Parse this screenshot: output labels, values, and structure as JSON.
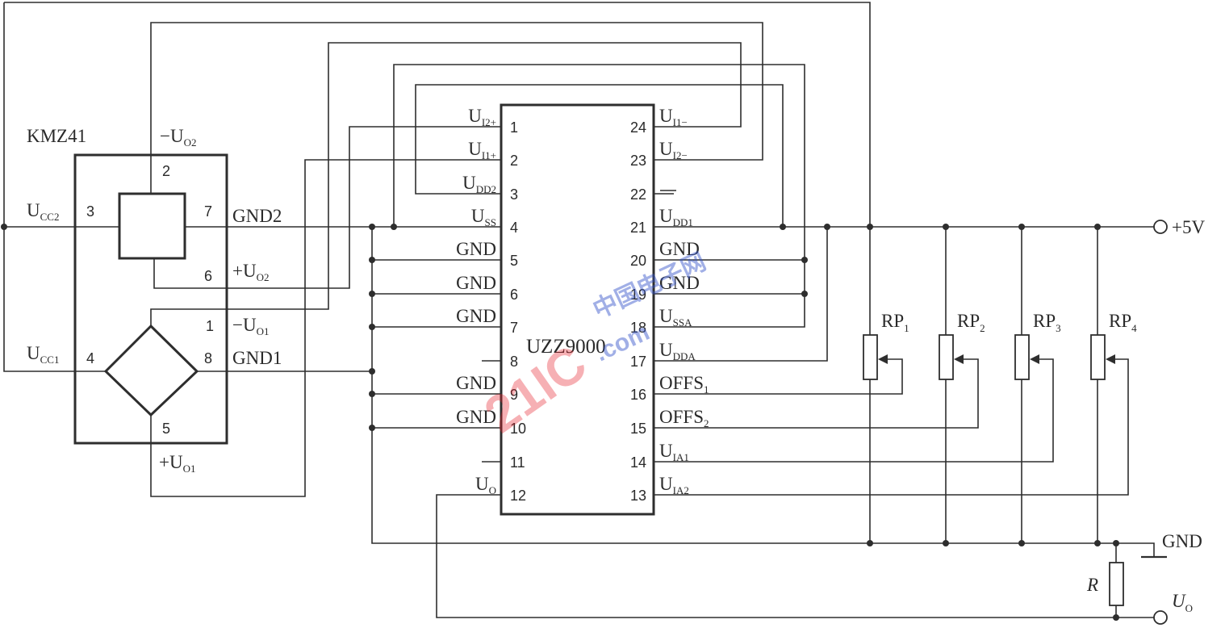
{
  "kmz41": {
    "title": "KMZ41",
    "pin_numbers": {
      "p1": "1",
      "p2": "2",
      "p3": "3",
      "p4": "4",
      "p5": "5",
      "p6": "6",
      "p7": "7",
      "p8": "8"
    },
    "labels": {
      "neg_uo2": {
        "main": "−U",
        "sub": "O2"
      },
      "ucc2": {
        "main": "U",
        "sub": "CC2"
      },
      "gnd2": {
        "main": "GND2"
      },
      "pos_uo2": {
        "main": "+U",
        "sub": "O2"
      },
      "neg_uo1": {
        "main": "−U",
        "sub": "O1"
      },
      "ucc1": {
        "main": "U",
        "sub": "CC1"
      },
      "gnd1": {
        "main": "GND1"
      },
      "pos_uo1": {
        "main": "+U",
        "sub": "O1"
      }
    }
  },
  "ic": {
    "name": "UZZ9000",
    "left_pins": [
      {
        "num": "1",
        "main": "U",
        "sub": "I2+"
      },
      {
        "num": "2",
        "main": "U",
        "sub": "I1+"
      },
      {
        "num": "3",
        "main": "U",
        "sub": "DD2"
      },
      {
        "num": "4",
        "main": "U",
        "sub": "SS"
      },
      {
        "num": "5",
        "main": "GND",
        "sub": ""
      },
      {
        "num": "6",
        "main": "GND",
        "sub": ""
      },
      {
        "num": "7",
        "main": "GND",
        "sub": ""
      },
      {
        "num": "8",
        "main": "",
        "sub": ""
      },
      {
        "num": "9",
        "main": "GND",
        "sub": ""
      },
      {
        "num": "10",
        "main": "GND",
        "sub": ""
      },
      {
        "num": "11",
        "main": "",
        "sub": ""
      },
      {
        "num": "12",
        "main": "U",
        "sub": "O"
      }
    ],
    "right_pins": [
      {
        "num": "24",
        "main": "U",
        "sub": "I1−"
      },
      {
        "num": "23",
        "main": "U",
        "sub": "I2−"
      },
      {
        "num": "22",
        "main": "",
        "sub": ""
      },
      {
        "num": "21",
        "main": "U",
        "sub": "DD1"
      },
      {
        "num": "20",
        "main": "GND",
        "sub": ""
      },
      {
        "num": "19",
        "main": "GND",
        "sub": ""
      },
      {
        "num": "18",
        "main": "U",
        "sub": "SSA"
      },
      {
        "num": "17",
        "main": "U",
        "sub": "DDA"
      },
      {
        "num": "16",
        "main": "OFFS",
        "sub": "1"
      },
      {
        "num": "15",
        "main": "OFFS",
        "sub": "2"
      },
      {
        "num": "14",
        "main": "U",
        "sub": "IA1"
      },
      {
        "num": "13",
        "main": "U",
        "sub": "IA2"
      }
    ]
  },
  "pots": [
    {
      "main": "RP",
      "sub": "1"
    },
    {
      "main": "RP",
      "sub": "2"
    },
    {
      "main": "RP",
      "sub": "3"
    },
    {
      "main": "RP",
      "sub": "4"
    }
  ],
  "supply": {
    "vcc": "+5V",
    "gnd": "GND"
  },
  "output": {
    "main": "U",
    "sub": "O"
  },
  "resistor": "R",
  "watermark": {
    "logo": "21IC",
    "cn": "中国电子网",
    "domain": ".com"
  },
  "colors": {
    "ink": "#2e2e2e",
    "watermark_red": "#e8202a",
    "watermark_blue": "#3050c8"
  }
}
